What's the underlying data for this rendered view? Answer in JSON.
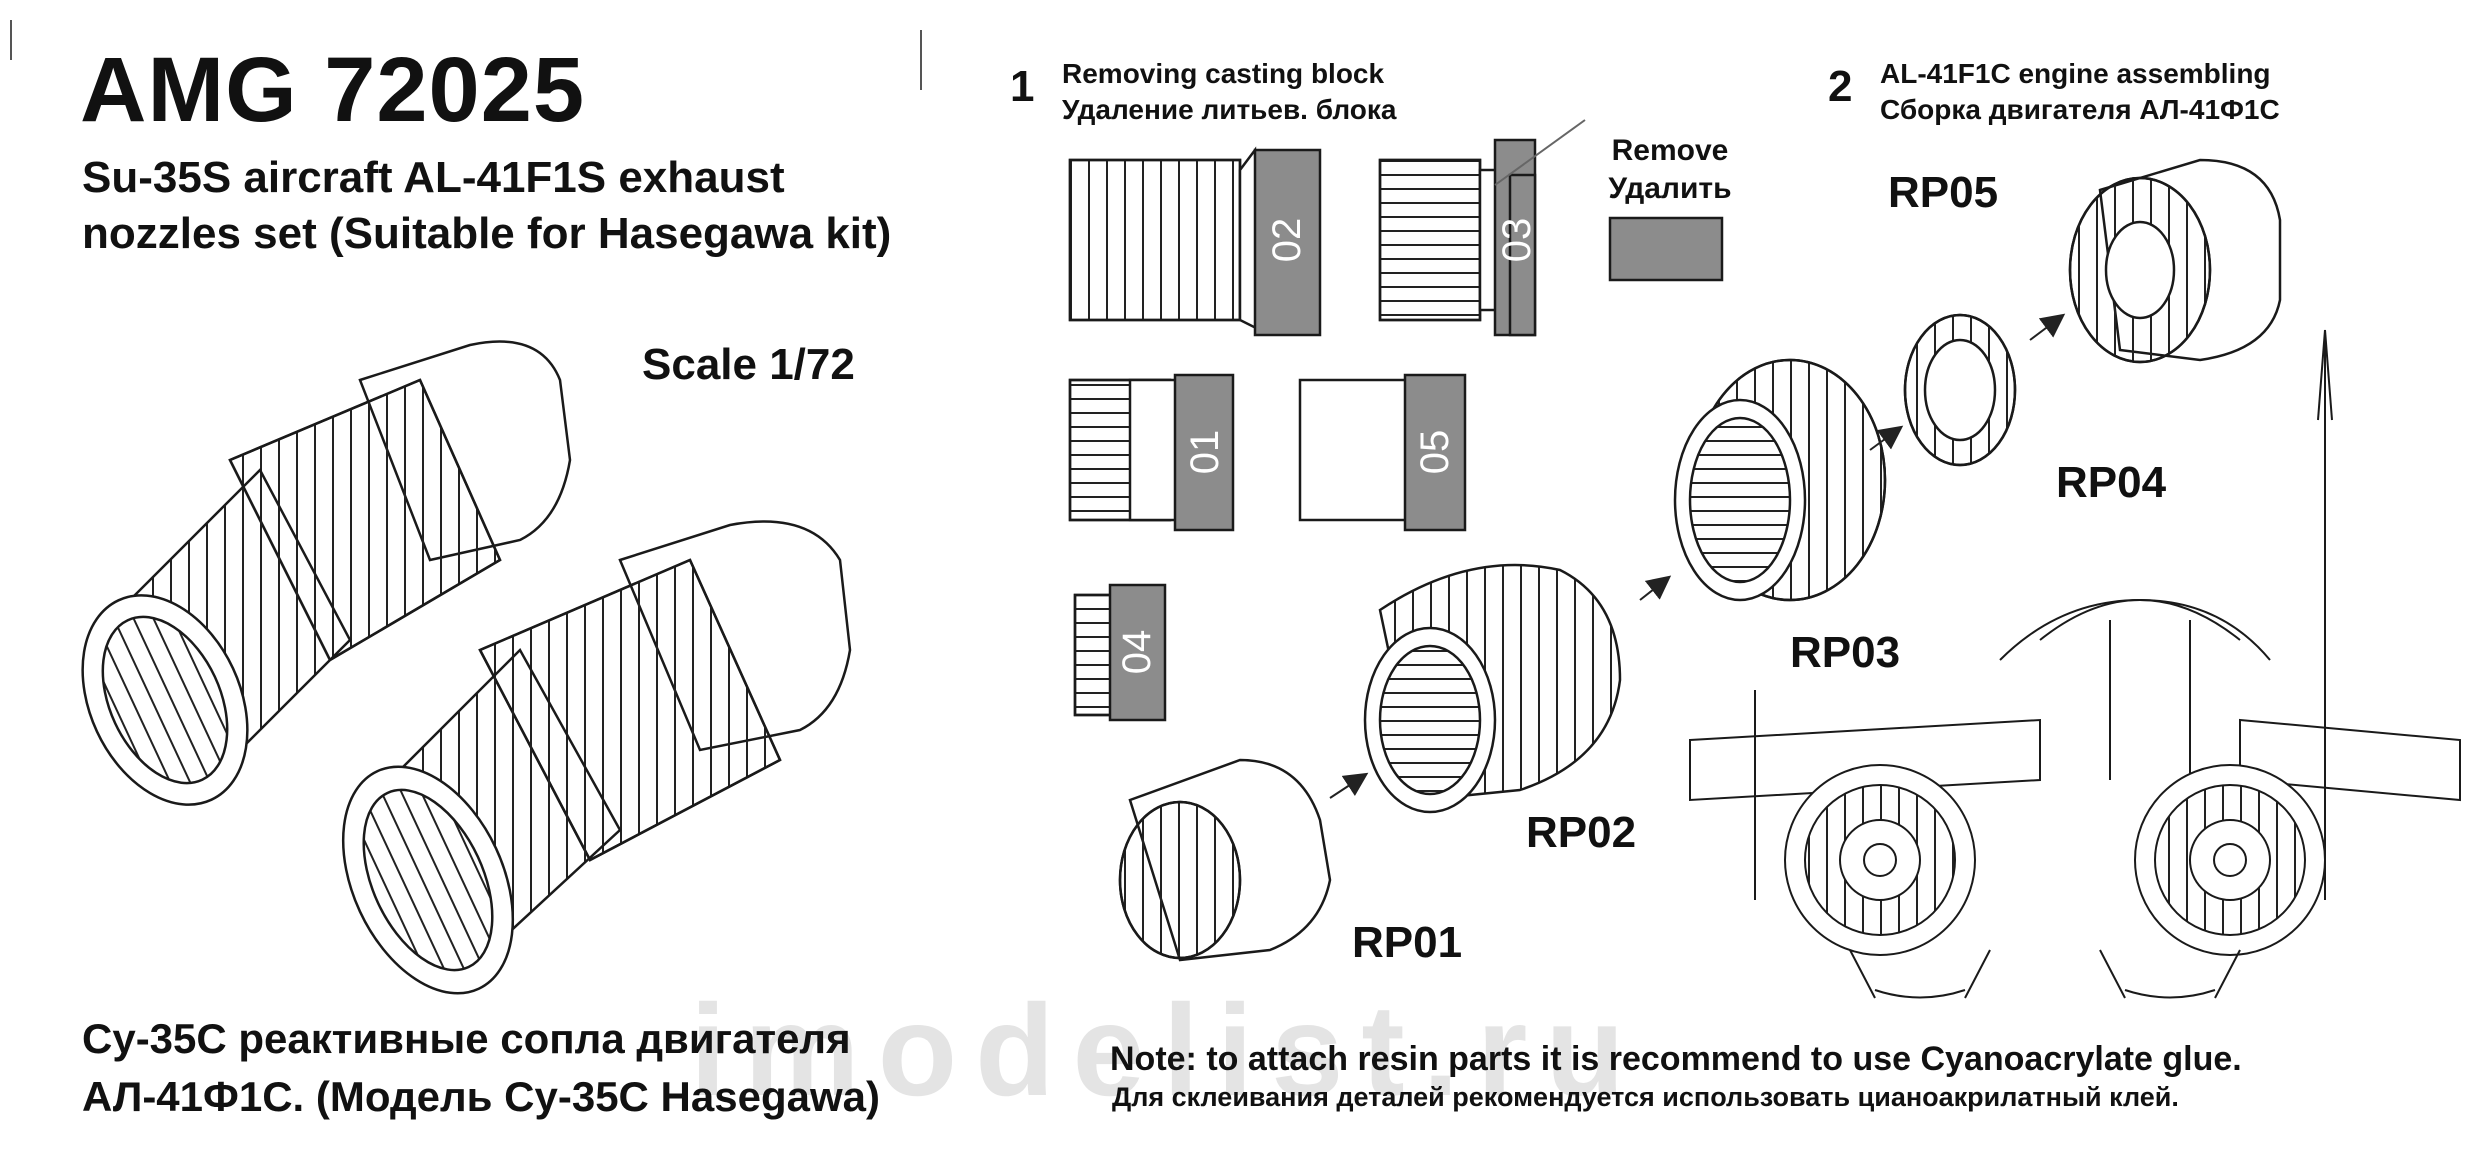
{
  "header": {
    "code": "AMG 72025",
    "subtitle_line1": "Su-35S aircraft AL-41F1S exhaust",
    "subtitle_line2": "nozzles set (Suitable for Hasegawa kit)",
    "scale": "Scale 1/72"
  },
  "russian_title": {
    "line1": "Су-35С реактивные сопла двигателя",
    "line2": "АЛ-41Ф1С. (Модель Су-35С Hasegawa)"
  },
  "step1": {
    "number": "1",
    "line1": "Removing casting block",
    "line2": "Удаление литьев. блока",
    "remove_en": "Remove",
    "remove_ru": "Удалить",
    "blocks": [
      "02",
      "03",
      "01",
      "05",
      "04"
    ]
  },
  "step2": {
    "number": "2",
    "line1": "AL-41F1C engine assembling",
    "line2": "Сборка двигателя АЛ-41Ф1С",
    "parts": [
      "RP01",
      "RP02",
      "RP03",
      "RP04",
      "RP05"
    ]
  },
  "note": {
    "en": "Note: to attach resin parts it is recommend to use Cyanoacrylate glue.",
    "ru": "Для склеивания деталей рекомендуется использовать цианоакрилатный клей."
  },
  "watermark": "imodelist.ru",
  "colors": {
    "block_fill": "#8c8c8c",
    "line": "#1a1a1a",
    "paper": "#ffffff"
  }
}
